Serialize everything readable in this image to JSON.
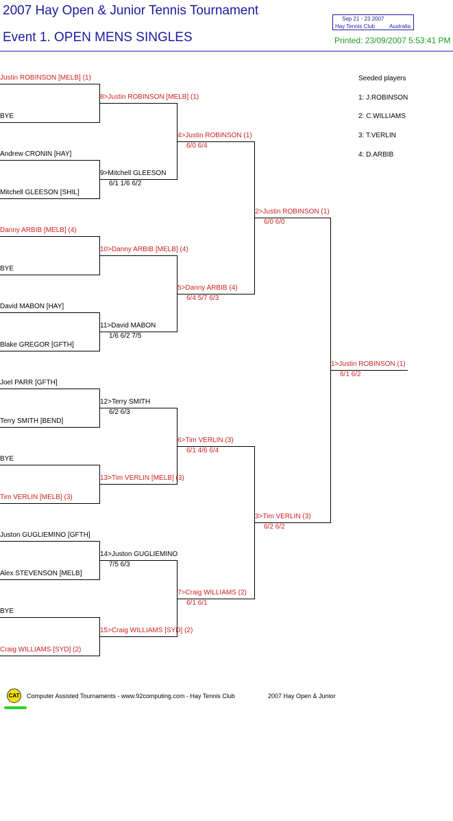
{
  "header": {
    "title": "2007 Hay Open & Junior Tennis Tournament",
    "event": "Event 1. OPEN MENS SINGLES",
    "dates": "Sep 21 - 23 2007",
    "club": "Hay Tennis Club",
    "country": "Australia",
    "printed": "Printed: 23/09/2007 5:53:41 PM"
  },
  "seeded": {
    "heading": "Seeded players",
    "players": [
      "1: J.ROBINSON",
      "2: C.WILLIAMS",
      "3: T.VERLIN",
      "4: D.ARBIB"
    ]
  },
  "round1": [
    {
      "name": "Justin ROBINSON [MELB] (1)",
      "seed": true
    },
    {
      "name": "BYE",
      "seed": false
    },
    {
      "name": "Andrew CRONIN [HAY]",
      "seed": false
    },
    {
      "name": "Mitchell GLEESON [SHIL]",
      "seed": false
    },
    {
      "name": "Danny ARBIB [MELB] (4)",
      "seed": true
    },
    {
      "name": "BYE",
      "seed": false
    },
    {
      "name": "David MABON [HAY]",
      "seed": false
    },
    {
      "name": "Blake GREGOR [GFTH]",
      "seed": false
    },
    {
      "name": "Joel PARR [GFTH]",
      "seed": false
    },
    {
      "name": "Terry SMITH [BEND]",
      "seed": false
    },
    {
      "name": "BYE",
      "seed": false
    },
    {
      "name": "Tim VERLIN [MELB] (3)",
      "seed": true
    },
    {
      "name": "Juston GUGLIEMINO [GFTH]",
      "seed": false
    },
    {
      "name": "Alex STEVENSON [MELB]",
      "seed": false
    },
    {
      "name": "BYE",
      "seed": false
    },
    {
      "name": "Craig WILLIAMS [SYD] (2)",
      "seed": true
    }
  ],
  "round2": [
    {
      "name": "8>Justin ROBINSON [MELB] (1)",
      "score": "",
      "seed": true
    },
    {
      "name": "9>Mitchell GLEESON",
      "score": "6/1 1/6 6/2",
      "seed": false
    },
    {
      "name": "10>Danny ARBIB [MELB] (4)",
      "score": "",
      "seed": true
    },
    {
      "name": "11>David MABON",
      "score": "1/6 6/2 7/5",
      "seed": false
    },
    {
      "name": "12>Terry SMITH",
      "score": "6/2 6/3",
      "seed": false
    },
    {
      "name": "13>Tim VERLIN [MELB] (3)",
      "score": "",
      "seed": true
    },
    {
      "name": "14>Juston GUGLIEMINO",
      "score": "7/5 6/3",
      "seed": false
    },
    {
      "name": "15>Craig WILLIAMS [SYD] (2)",
      "score": "",
      "seed": true
    }
  ],
  "round3": [
    {
      "name": "4>Justin ROBINSON (1)",
      "score": "6/0 6/4",
      "seed": true
    },
    {
      "name": "5>Danny ARBIB (4)",
      "score": "6/4 5/7 6/3",
      "seed": true
    },
    {
      "name": "6>Tim VERLIN (3)",
      "score": "6/1 4/6 6/4",
      "seed": true
    },
    {
      "name": "7>Craig WILLIAMS (2)",
      "score": "6/1 6/1",
      "seed": true
    }
  ],
  "round4": [
    {
      "name": "2>Justin ROBINSON (1)",
      "score": "6/0 6/0",
      "seed": true
    },
    {
      "name": "3>Tim VERLIN (3)",
      "score": "6/2 6/2",
      "seed": true
    }
  ],
  "final": [
    {
      "name": "1>Justin ROBINSON (1)",
      "score": "6/1 6/2",
      "seed": true
    }
  ],
  "footer": {
    "logo": "CAT",
    "credit": "Computer Assisted Tournaments - www.92computing.com -  Hay Tennis Club",
    "event": "2007 Hay Open & Junior"
  }
}
